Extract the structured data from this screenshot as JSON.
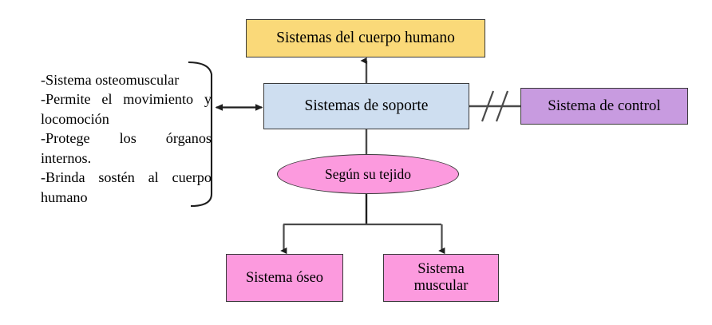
{
  "diagram": {
    "title_node": {
      "label": "Sistemas del cuerpo humano",
      "fill": "#fad979"
    },
    "support_node": {
      "label": "Sistemas de soporte",
      "fill": "#cedef0"
    },
    "control_node": {
      "label": "Sistema de control",
      "fill": "#c89be0"
    },
    "criterion_node": {
      "label": "Según su tejido",
      "fill": "#fc9ade"
    },
    "children": [
      {
        "label": "Sistema óseo",
        "fill": "#fc9ade"
      },
      {
        "label": "Sistema muscular",
        "fill": "#fc9ade"
      }
    ],
    "description": {
      "lines": [
        "-Sistema osteomuscular",
        "-Permite el movimiento y locomoción",
        "-Protege los órganos internos.",
        "-Brinda sostén al cuerpo humano"
      ],
      "text": "-Sistema osteomuscular\n-Permite el movimiento y locomoción\n-Protege los órganos internos.\n-Brinda sostén al cuerpo humano"
    },
    "connectors": {
      "stroke": "#3a3a3a",
      "break_symbol": "//",
      "bidirectional_link": "description-to-support"
    }
  }
}
